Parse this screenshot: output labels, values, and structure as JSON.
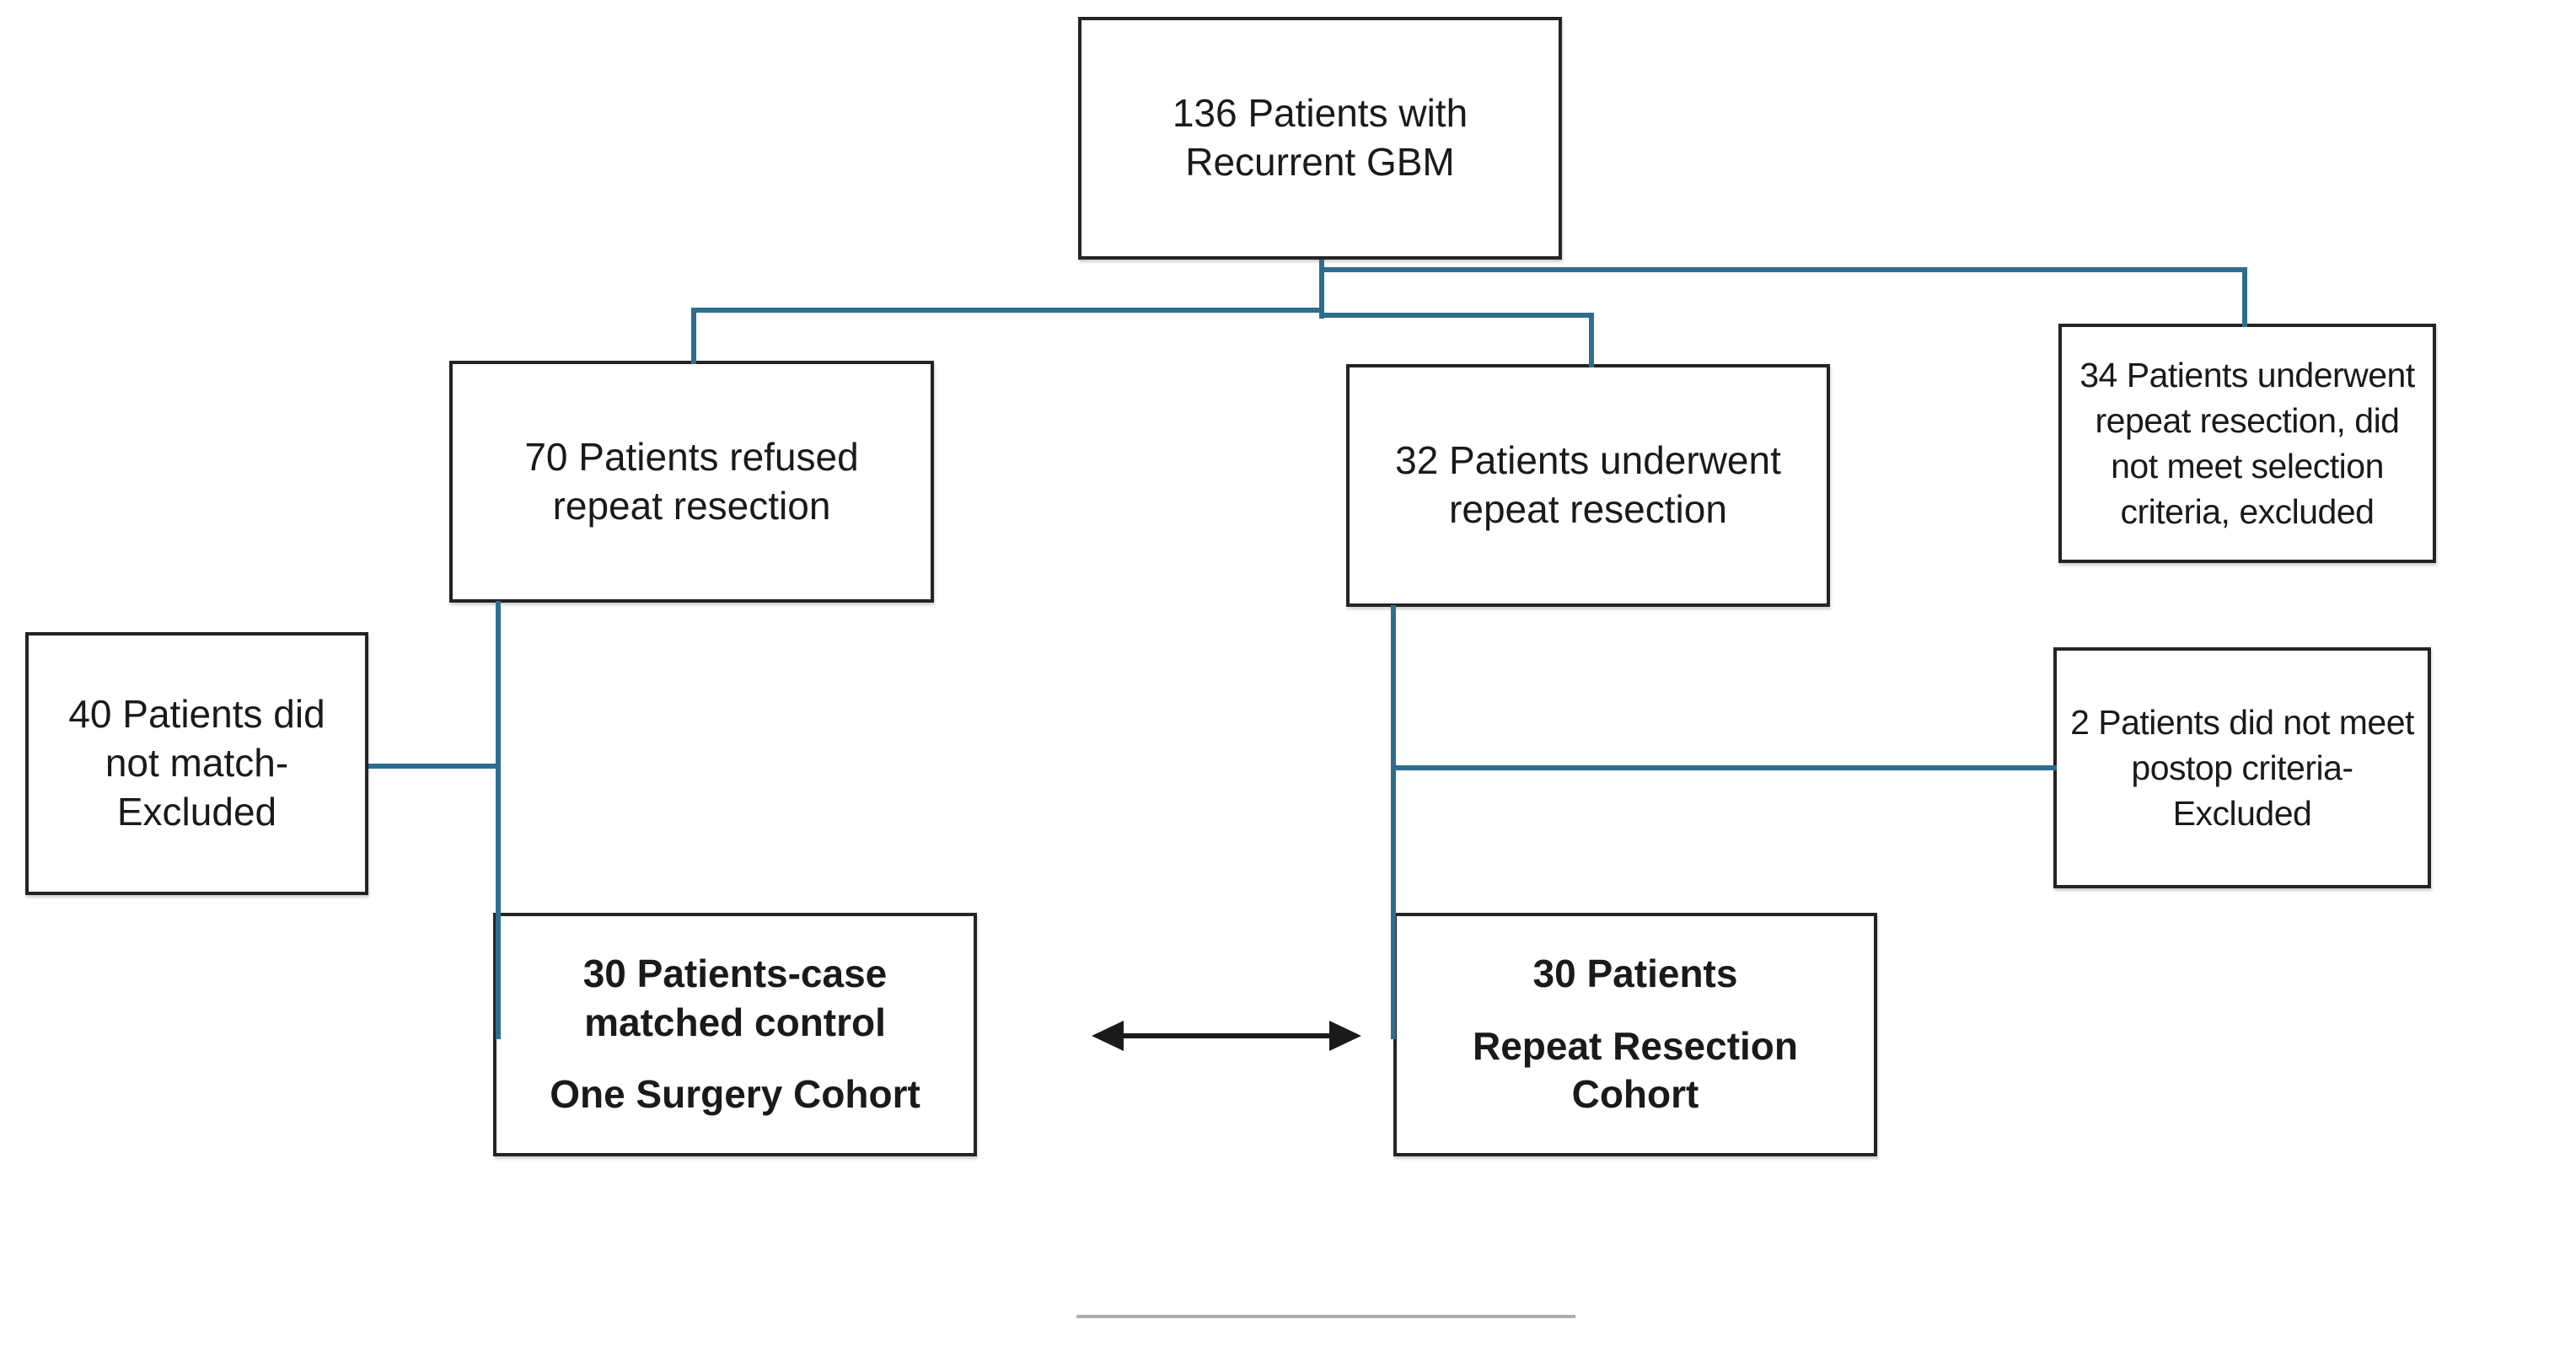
{
  "colors": {
    "connector": "#2E6D8E",
    "box_border": "#242424",
    "text": "#1A1A1A",
    "arrow": "#1A1A1A",
    "divider": "#AEAEAE"
  },
  "boxes": {
    "total": {
      "text": "136 Patients with\nRecurrent GBM"
    },
    "refused": {
      "text": "70 Patients refused\nrepeat resection"
    },
    "underwent": {
      "text": "32 Patients underwent\nrepeat resection"
    },
    "excluded_selection": {
      "text": "34 Patients underwent\nrepeat resection, did\nnot meet selection\ncriteria, excluded"
    },
    "excluded_no_match": {
      "text": "40 Patients did\nnot match-\nExcluded"
    },
    "excluded_postop": {
      "text": "2 Patients did not meet\npostop criteria-\nExcluded"
    },
    "one_surgery_cohort": {
      "line1": "30 Patients-case\nmatched control",
      "line2": "One Surgery Cohort"
    },
    "repeat_resection_cohort": {
      "line1": "30 Patients",
      "line2": "Repeat Resection\nCohort"
    }
  },
  "arrow": {
    "description": "double-headed comparison arrow between cohorts"
  }
}
